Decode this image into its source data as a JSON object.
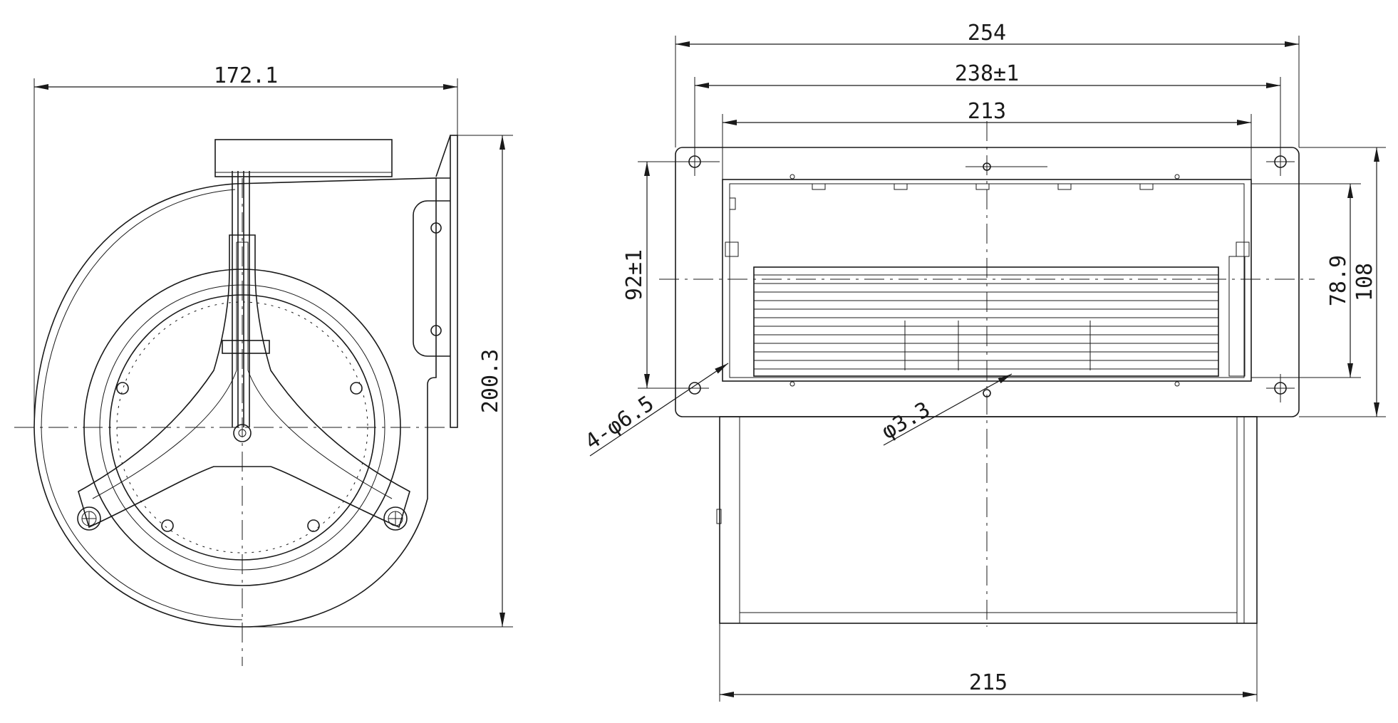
{
  "drawing": {
    "line_color": "#1a1a1a",
    "background": "#ffffff",
    "side_view": {
      "width_dim": "172.1",
      "height_dim": "200.3"
    },
    "front_view": {
      "overall_width_dim": "254",
      "hole_spacing_dim": "238±1",
      "outlet_width_dim": "213",
      "outlet_height_dim": "92±1",
      "inner_height_dim": "78.9",
      "overall_height_dim": "108",
      "mount_hole_dim": "4-φ6.5",
      "center_hole_dim": "φ3.3",
      "body_width_dim": "215"
    }
  }
}
